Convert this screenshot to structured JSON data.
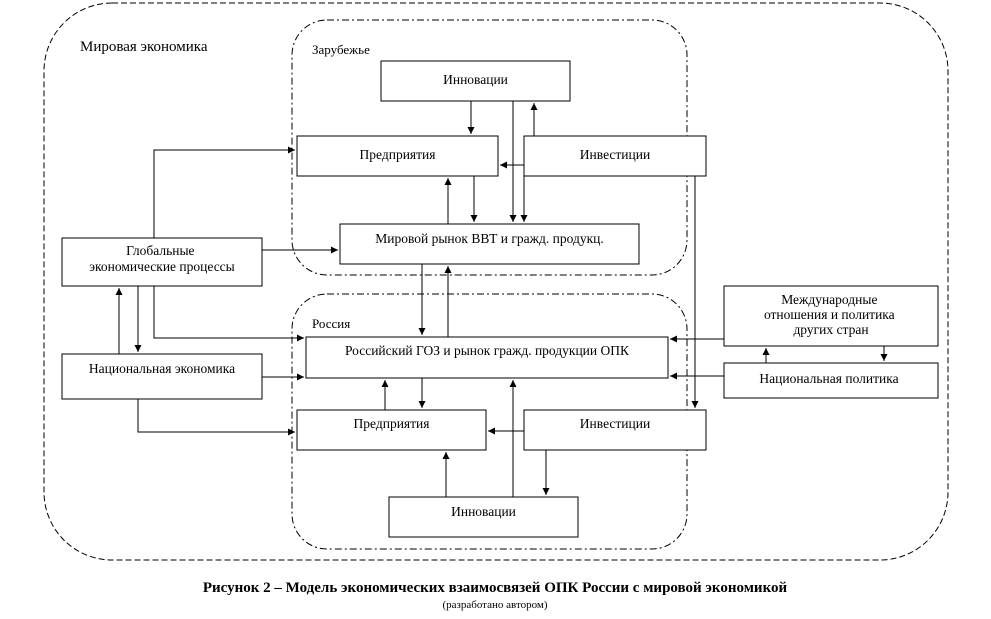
{
  "regions": {
    "world": "Мировая экономика",
    "abroad": "Зарубежье",
    "russia": "Россия"
  },
  "nodes": {
    "innovations_abroad": "Инновации",
    "enterprises_abroad": "Предприятия",
    "investments_abroad": "Инвестиции",
    "world_market": "Мировой рынок ВВТ и гражд. продукц.",
    "global_processes": [
      "Глобальные",
      "экономические процессы"
    ],
    "national_economy": "Национальная экономика",
    "russian_goz": "Российский ГОЗ и рынок гражд. продукции ОПК",
    "international_relations": [
      "Международные",
      "отношения и политика",
      "других стран"
    ],
    "national_policy": "Национальная политика",
    "enterprises_russia": "Предприятия",
    "investments_russia": "Инвестиции",
    "innovations_russia": "Инновации"
  },
  "caption": {
    "title": "Рисунок 2 – Модель экономических взаимосвязей ОПК России с мировой экономикой",
    "subtitle": "(разработано автором)"
  }
}
